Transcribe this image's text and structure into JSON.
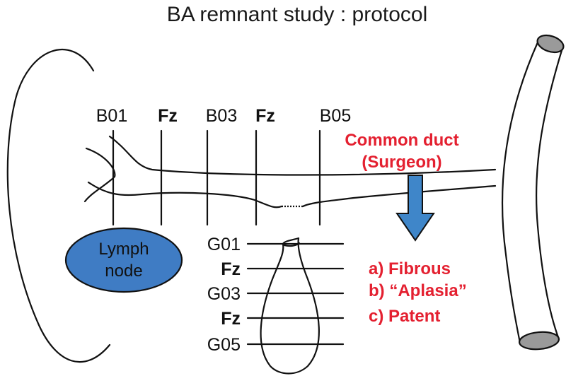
{
  "title": "BA remnant study : protocol",
  "bile_duct_sections": [
    "B01",
    "Fz",
    "B03",
    "Fz",
    "B05"
  ],
  "gallbladder_sections": [
    "G01",
    "Fz",
    "G03",
    "Fz",
    "G05"
  ],
  "lymph_node": {
    "line1": "Lymph",
    "line2": "node",
    "color": "#3f7cc4"
  },
  "common_duct": {
    "line1": "Common duct",
    "line2": "(Surgeon)",
    "color": "#e42030"
  },
  "arrow_color": "#3f86c9",
  "outcomes": [
    "a) Fibrous",
    "b) “Aplasia”",
    "c) Patent"
  ]
}
